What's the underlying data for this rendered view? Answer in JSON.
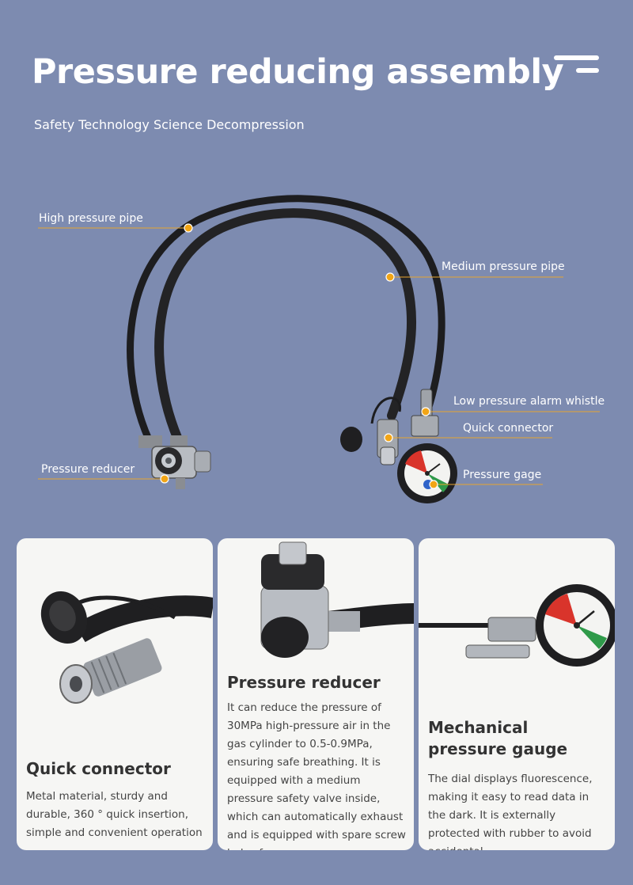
{
  "header": {
    "title": "Pressure reducing assembly",
    "subtitle": "Safety Technology Science Decompression"
  },
  "callouts": {
    "high_pressure_pipe": "High pressure pipe",
    "medium_pressure_pipe": "Medium pressure pipe",
    "low_pressure_alarm_whistle": "Low pressure alarm whistle",
    "quick_connector": "Quick connector",
    "pressure_reducer": "Pressure reducer",
    "pressure_gage": "Pressure gage"
  },
  "cards": [
    {
      "title": "Quick connector",
      "text": "Metal material, sturdy and durable, 360 ° quick insertion, simple and convenient operation"
    },
    {
      "title": "Pressure reducer",
      "text": "It can reduce the pressure of 30MPa high-pressure air in the gas cylinder to 0.5-0.9MPa, ensuring safe breathing. It is equipped with a medium pressure safety valve inside, which can automatically exhaust and is equipped with spare screw holes for rescue"
    },
    {
      "title": "Mechanical pressure gauge",
      "text": "The dial displays fluorescence, making it easy to read data in the dark. It is externally protected with rubber to avoid accidental"
    }
  ],
  "colors": {
    "background": "#7d8bb0",
    "callout_dot": "#f2a516",
    "callout_line": "#e8a630",
    "card_bg": "#f6f6f4",
    "gauge_red": "#d9342b",
    "gauge_green": "#2f9a4a",
    "gauge_blue": "#2f63c9"
  }
}
